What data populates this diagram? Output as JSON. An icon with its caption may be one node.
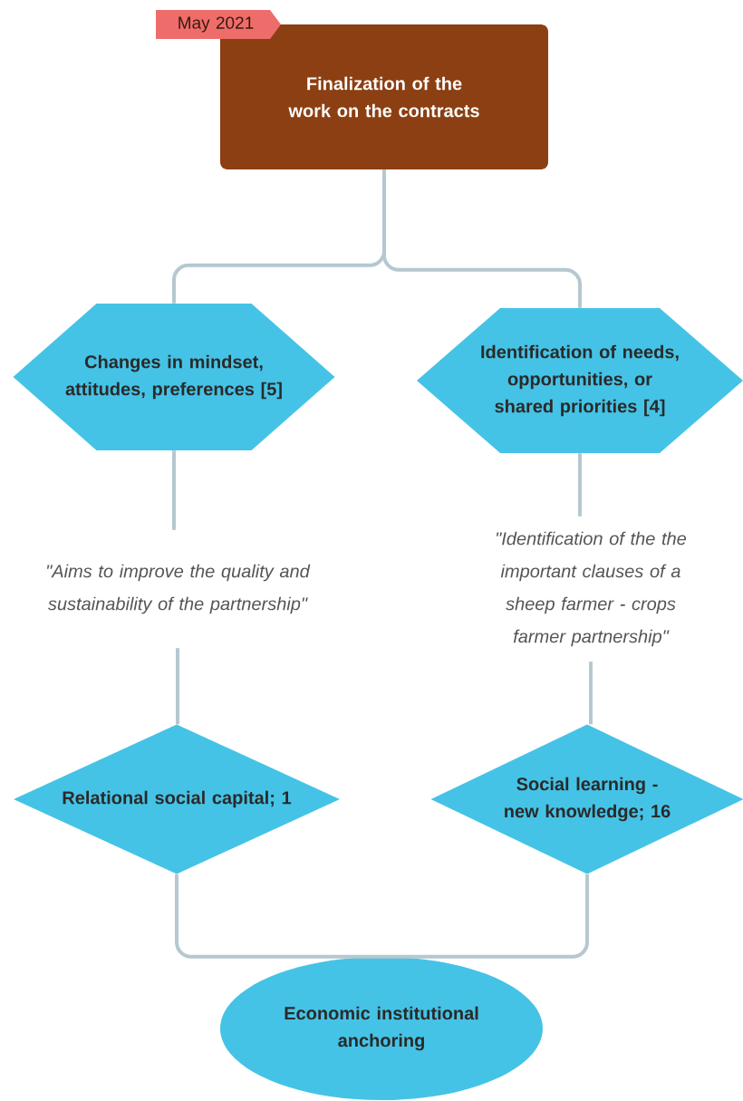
{
  "diagram": {
    "nodes": [
      {
        "text": [
          "May 2021"
        ]
      },
      {
        "text": [
          "Finalization of the work on the contracts"
        ]
      },
      {
        "text": [
          "Changes in mindset, attitudes, preferences [5]"
        ]
      },
      {
        "text": [
          "Identification of needs, opportunities, or shared priorities [4]"
        ]
      },
      {
        "text": [
          "\"Aims to improve the quality and sustainability of the partnership\""
        ]
      },
      {
        "text": [
          "\"Identification of the the important clauses of a sheep farmer - crops farmer partnership\""
        ]
      },
      {
        "text": [
          "Relational social capital; 1"
        ]
      },
      {
        "text": [
          "Social learning - new knowledge; 16"
        ]
      },
      {
        "text": [
          "Economic institutional anchoring"
        ]
      }
    ],
    "edges": [
      {
        "from": 1,
        "to": 2,
        "arrow": "none"
      },
      {
        "from": 1,
        "to": 3,
        "arrow": "none"
      },
      {
        "from": 2,
        "to": 4,
        "arrow": "none"
      },
      {
        "from": 3,
        "to": 5,
        "arrow": "none"
      },
      {
        "from": 4,
        "to": 6,
        "arrow": "none"
      },
      {
        "from": 5,
        "to": 7,
        "arrow": "none"
      },
      {
        "from": 6,
        "to": 8,
        "arrow": "none"
      },
      {
        "from": 7,
        "to": 8,
        "arrow": "none"
      }
    ]
  }
}
